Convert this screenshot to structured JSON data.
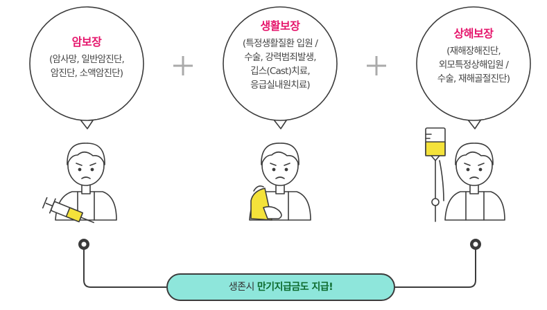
{
  "bubbles": [
    {
      "title": "암보장",
      "lines": [
        "(암사망, 일반암진단,",
        "암진단, 소액암진단)"
      ]
    },
    {
      "title": "생활보장",
      "lines": [
        "(특정생활질환 입원 /",
        "수술, 강력범죄발생,",
        "깁스(Cast)치료,",
        "응급실내원치료)"
      ]
    },
    {
      "title": "상해보장",
      "lines": [
        "(재해장해진단,",
        "외모특정상해입원 /",
        "수술, 재해골절진단)"
      ]
    }
  ],
  "operators": [
    "+",
    "+"
  ],
  "banner": {
    "prefix": "생존시 ",
    "emphasis": "만기지급금도 지급!"
  },
  "colors": {
    "title": "#e5156b",
    "banner_fill": "#8ee6db",
    "banner_emphasis": "#0d6b2e",
    "accent_yellow": "#f4e23a",
    "line": "#3b3b3b"
  },
  "icons": [
    "syringe-icon",
    "arm-sling-icon",
    "iv-drip-icon",
    "worried-person-icon"
  ]
}
